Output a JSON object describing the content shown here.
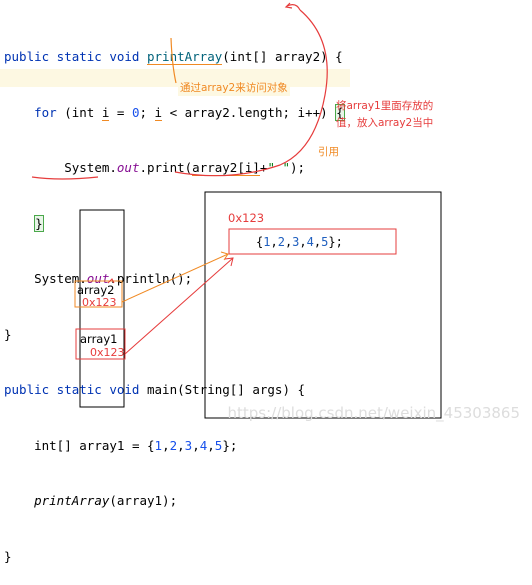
{
  "code": {
    "line1": {
      "kw1": "public static void ",
      "fn": "printArray",
      "rest": "(int[] array2) {"
    },
    "line2": {
      "kw": "for",
      "a": " (int ",
      "i1": "i",
      "b": " = ",
      "zero": "0",
      "c": "; ",
      "i2": "i",
      "d": " < array2.length; i++) ",
      "brace": "{"
    },
    "line3": {
      "a": "System.",
      "out": "out",
      "b": ".print(",
      "arg": "array2[i]",
      "c": "+",
      "str": "\" \"",
      "d": ");"
    },
    "line4": {
      "brace": "}"
    },
    "line5": {
      "a": "System.",
      "out": "out",
      "b": ".println();"
    },
    "line6": {
      "brace": "}"
    },
    "line7": {
      "kw": "public static void ",
      "a": "main(String[] args) {"
    },
    "line8": {
      "a": "int[] array1 = {",
      "n1": "1",
      "n2": "2",
      "n3": "3",
      "n4": "4",
      "n5": "5",
      "sep": ",",
      "b": "};"
    },
    "line9": {
      "fn": "printArray",
      "a": "(array1);"
    },
    "line10": {
      "brace": "}"
    }
  },
  "annotations": {
    "access_via_array2": "通过array2来访问对象",
    "store_value": "将array1里面存放的",
    "store_value2": "值，放入array2当中",
    "reference": "引用"
  },
  "diagram": {
    "heap_address": "0x123",
    "array_literal_open": "{",
    "array_values": [
      "1",
      "2",
      "3",
      "4",
      "5"
    ],
    "array_literal_close": "};",
    "var_array2": "array2",
    "var_array2_value": "0x123",
    "var_array1": "array1",
    "var_array1_value": "0x123"
  },
  "watermark": "https://blog.csdn.net/weixin_45303865",
  "colors": {
    "keyword": "#0033b3",
    "function": "#00627a",
    "number": "#1750eb",
    "string": "#067d17",
    "field": "#871094",
    "annotation_orange": "#f08a24",
    "annotation_red": "#e63c3c",
    "number_blue": "#1f5fbf"
  }
}
